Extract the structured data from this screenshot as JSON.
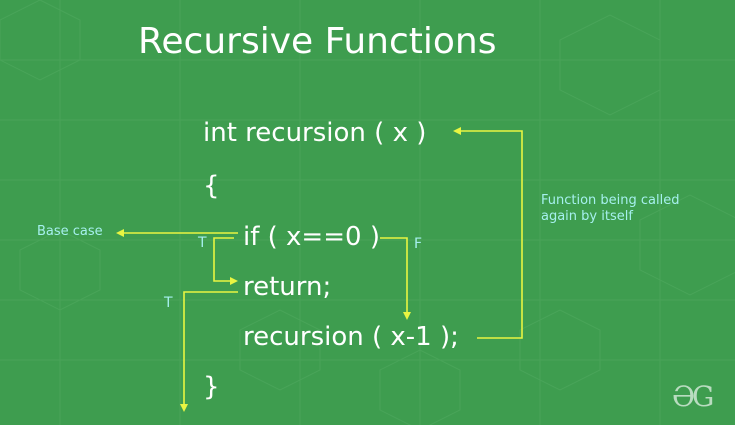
{
  "title": "Recursive Functions",
  "code_lines": [
    "int recursion ( x )",
    "{",
    "if ( x==0 )",
    "return;",
    "recursion ( x-1 );",
    "}"
  ],
  "annotations": {
    "base_case": "Base case",
    "self_call_line1": "Function being called",
    "self_call_line2": "again by itself",
    "true_label_1": "T",
    "true_label_2": "T",
    "false_label": "F"
  },
  "logo": "ƏG",
  "colors": {
    "background": "#3e9d4f",
    "arrow": "#e8f542",
    "annotation": "#a6f0ee",
    "text": "#ffffff"
  }
}
